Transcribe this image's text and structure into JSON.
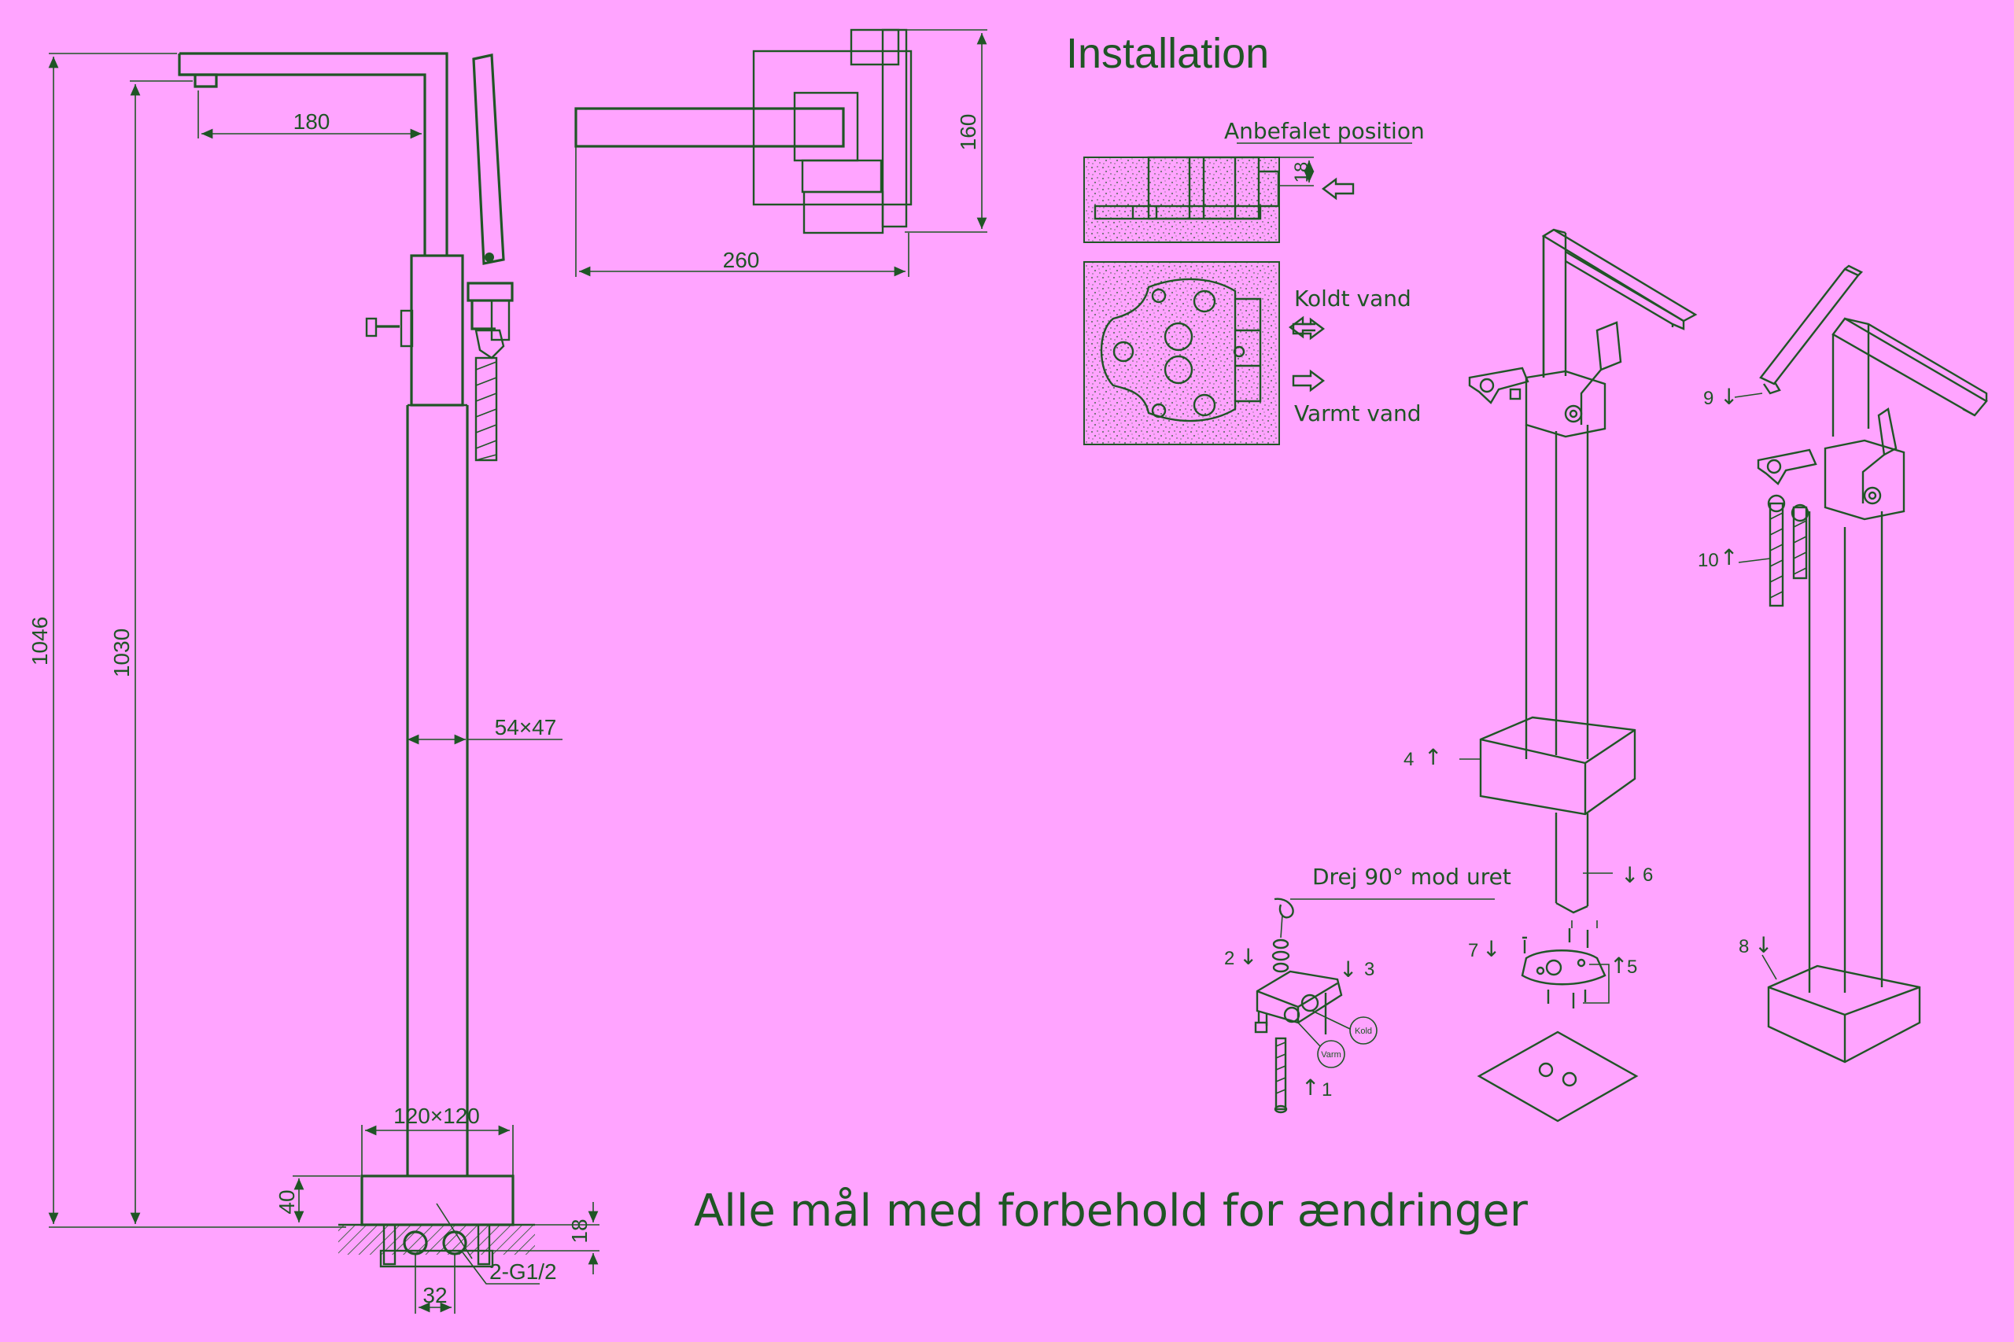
{
  "title": "Installation",
  "footer_note": "Alle mål med forbehold for ændringer",
  "colors": {
    "background": "#ffa4ff",
    "ink": "#1f5525"
  },
  "front_view": {
    "dim_total_height": "1046",
    "dim_outlet_height": "1030",
    "dim_spout_reach": "180",
    "dim_column_section": "54×47",
    "dim_base_size": "120×120",
    "dim_base_height": "40",
    "dim_floor_offset": "18",
    "dim_connection_spacing": "32",
    "dim_connection_thread": "2-G1/2"
  },
  "top_view": {
    "dim_width": "260",
    "dim_depth": "160"
  },
  "installation": {
    "recommended_position": "Anbefalet position",
    "dim_depth": "18",
    "cold_water": "Koldt vand",
    "hot_water": "Varmt vand"
  },
  "exploded": {
    "rotate_note": "Drej 90° mod uret",
    "steps": [
      "1",
      "2",
      "3",
      "4",
      "5",
      "6",
      "7",
      "8",
      "9",
      "10"
    ],
    "tag_cold": "Kold",
    "tag_hot": "Varm"
  }
}
